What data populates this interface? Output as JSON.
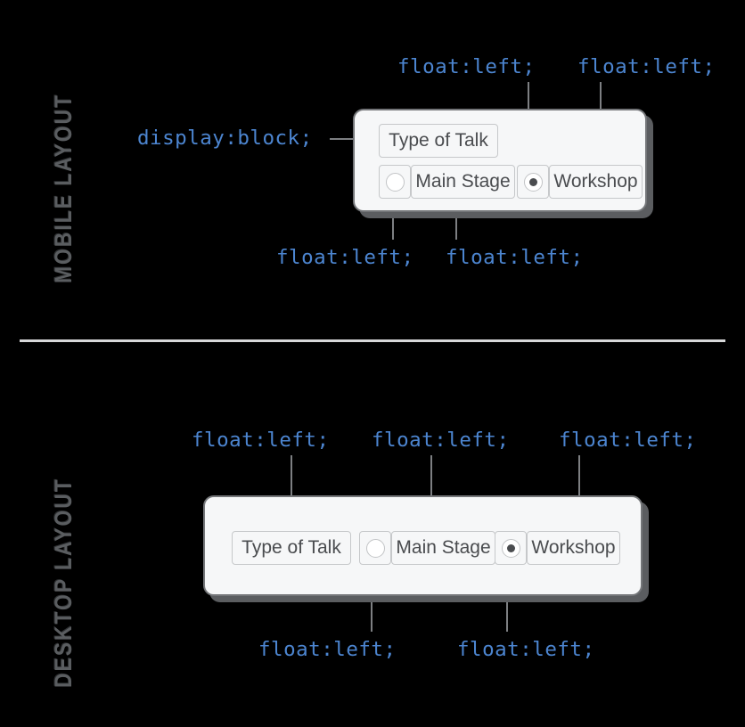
{
  "sections": [
    {
      "title": "MOBILE LAYOUT",
      "annotations": [
        {
          "text": "float:left;"
        },
        {
          "text": "float:left;"
        },
        {
          "text": "display:block;"
        },
        {
          "text": "float:left;"
        },
        {
          "text": "float:left;"
        }
      ],
      "form": {
        "field_label": "Type of Talk",
        "options": [
          {
            "label": "Main Stage",
            "selected": false
          },
          {
            "label": "Workshop",
            "selected": true
          }
        ]
      }
    },
    {
      "title": "DESKTOP LAYOUT",
      "annotations": [
        {
          "text": "float:left;"
        },
        {
          "text": "float:left;"
        },
        {
          "text": "float:left;"
        },
        {
          "text": "float:left;"
        },
        {
          "text": "float:left;"
        }
      ],
      "form": {
        "field_label": "Type of Talk",
        "options": [
          {
            "label": "Main Stage",
            "selected": false
          },
          {
            "label": "Workshop",
            "selected": true
          }
        ]
      }
    }
  ],
  "colors": {
    "background": "#000000",
    "annotation": "#4c85d0",
    "section_title": "#5a5d60",
    "card_fill": "#f6f7f8",
    "card_border": "#747679",
    "card_shadow": "#5b5d60",
    "chip_border": "#c6c8ca",
    "chip_text": "#4a4c4f",
    "leader_line": "#7d7f82",
    "divider": "#d7d8d9",
    "radio_dot": "#4a4c4f"
  }
}
